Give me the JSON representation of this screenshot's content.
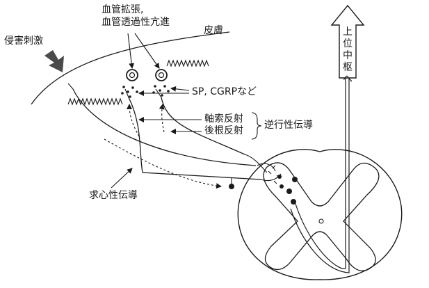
{
  "labels": {
    "vasodilation_line1": "血管拡張,",
    "vasodilation_line2": "血管透過性亢進",
    "skin": "皮膚",
    "noxious_stimulus": "侵害刺激",
    "sp_cgrp": "SP, CGRPなど",
    "axon_reflex": "軸索反射",
    "dorsal_root_reflex": "後根反射",
    "antidromic_conduction": "逆行性伝導",
    "afferent_conduction": "求心性伝導",
    "to_higher_center": "上位中枢へ"
  }
}
